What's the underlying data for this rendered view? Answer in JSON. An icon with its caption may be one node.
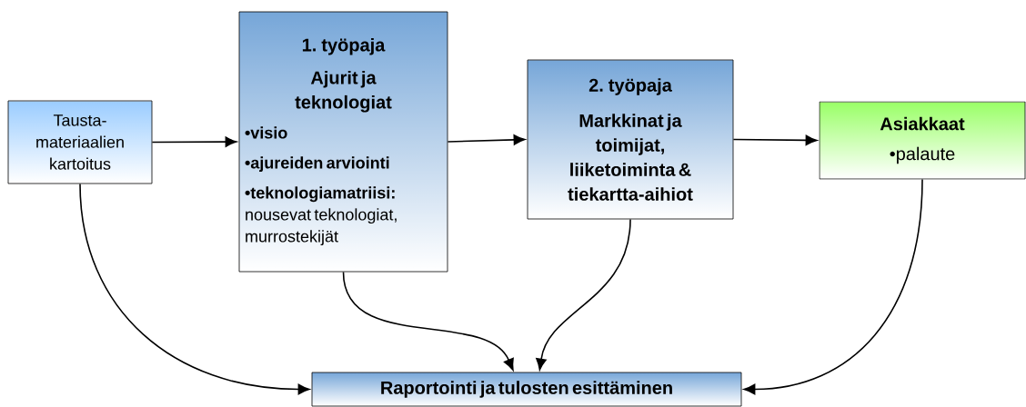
{
  "diagram": {
    "nodes": [
      {
        "text": [
          "Tausta-materiaalien kartoitus"
        ]
      },
      {
        "text": [
          "1. työpaja",
          "Ajurit ja teknologiat",
          "•visio",
          "•ajureiden arviointi",
          "**•teknologiamatriisi:** nousevat teknologiat, murrostekijät"
        ]
      },
      {
        "text": [
          "2. työpaja",
          "Markkinat ja toimijat, liiketoiminta & tiekartta-aihiot"
        ]
      },
      {
        "text": [
          "Asiakkaat",
          "•palaute"
        ]
      },
      {
        "text": [
          "Raportointi ja tulosten esittäminen"
        ]
      }
    ],
    "edges": [
      {
        "from": 0,
        "to": 1,
        "arrow": "to"
      },
      {
        "from": 1,
        "to": 2,
        "arrow": "to"
      },
      {
        "from": 2,
        "to": 3,
        "arrow": "to"
      },
      {
        "from": 0,
        "to": 4,
        "arrow": "to"
      },
      {
        "from": 1,
        "to": 4,
        "arrow": "to"
      },
      {
        "from": 2,
        "to": 4,
        "arrow": "to"
      },
      {
        "from": 3,
        "to": 4,
        "arrow": "to"
      }
    ]
  }
}
